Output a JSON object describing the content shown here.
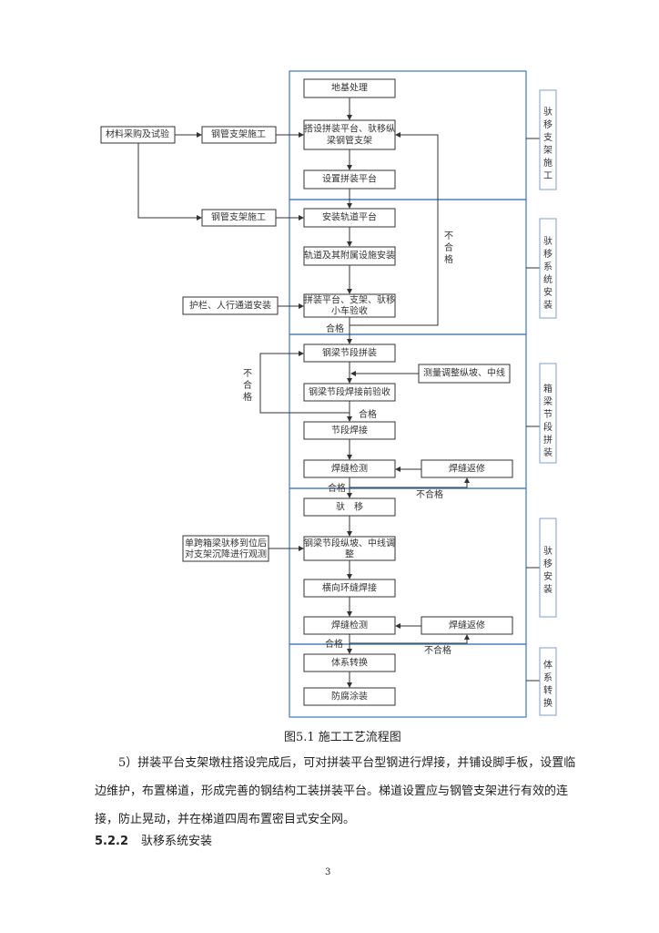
{
  "flowchart": {
    "boxes": {
      "foundation": "地基处理",
      "erect_platform": [
        "搭设拼装平台、驮移纵",
        "梁钢管支架"
      ],
      "set_platform": "设置拼装平台",
      "material": "材料采购及试验",
      "pipe_support_1": "钢管支架施工",
      "pipe_support_2": "钢管支架施工",
      "track_platform": "安装轨道平台",
      "track_install": "轨道及其附属设施安装",
      "accept": [
        "拼装平台、支架、驮移",
        "小车验收"
      ],
      "guardrail": "护栏、人行通道安装",
      "segment_assembly": "钢梁节段拼装",
      "measure_adjust": "测量调整纵坡、中线",
      "pre_weld_check": "钢梁节段焊接前验收",
      "segment_weld": "节段焊接",
      "weld_test_1": "焊缝检测",
      "weld_repair_1": "焊缝返修",
      "move": "驮　移",
      "adjust": [
        "钢梁节段纵坡、中线调",
        "整"
      ],
      "observe": [
        "单跨箱梁驮移到位后",
        "对支架沉降进行观测"
      ],
      "ring_weld": "横向环缝焊接",
      "weld_test_2": "焊缝检测",
      "weld_repair_2": "焊缝返修",
      "system_convert": "体系转换",
      "anticorrosion": "防腐涂装"
    },
    "labels": {
      "pass": "合格",
      "fail": "不合格",
      "fail_vertical": [
        "不",
        "合",
        "格"
      ]
    },
    "stages": [
      {
        "name": "驮移支架施工",
        "chars": [
          "驮",
          "移",
          "支",
          "架",
          "施",
          "工"
        ]
      },
      {
        "name": "驮移系统安装",
        "chars": [
          "驮",
          "移",
          "系",
          "统",
          "安",
          "装"
        ]
      },
      {
        "name": "箱梁节段拼装",
        "chars": [
          "箱",
          "梁",
          "节",
          "段",
          "拼",
          "装"
        ]
      },
      {
        "name": "驮移安装",
        "chars": [
          "驮",
          "移",
          "安",
          "装"
        ]
      },
      {
        "name": "体系转换",
        "chars": [
          "体",
          "系",
          "转",
          "换"
        ]
      }
    ],
    "colors": {
      "stage_border": "#4f81bd",
      "side_border": "#7fa2c9"
    }
  },
  "caption": "图5.1 施工工艺流程图",
  "paragraph": "5）拼装平台支架墩柱搭设完成后，可对拼装平台型钢进行焊接，并铺设脚手板，设置临边维护，布置梯道，形成完善的钢结构工装拼装平台。梯道设置应与钢管支架进行有效的连接，防止晃动，并在梯道四周布置密目式安全网。",
  "section": {
    "number": "5.2.2",
    "title": "驮移系统安装"
  },
  "page_number": "3"
}
